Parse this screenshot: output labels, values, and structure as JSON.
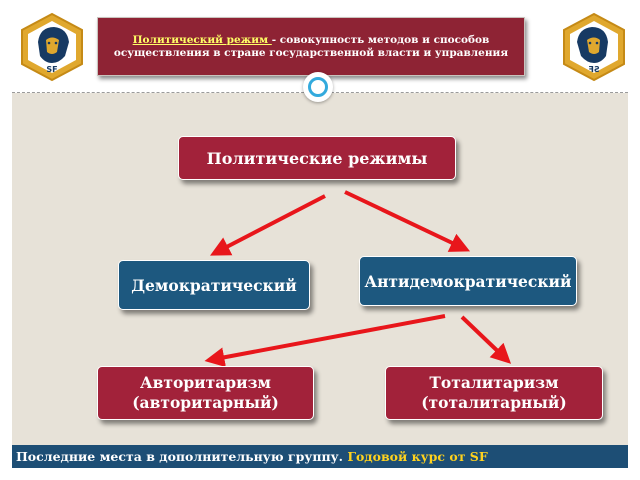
{
  "header": {
    "definition_term": "Политический режим ",
    "definition_text": "- совокупность методов и способов осуществления в стране государственной власти и управления",
    "logo_text": "SF",
    "logo_text_mirrored": "SF"
  },
  "diagram": {
    "root": "Политические режимы",
    "left_branch": "Демократический",
    "right_branch": "Антидемократический",
    "leaf_left": "Авторитаризм (авторитарный)",
    "leaf_right": "Тоталитаризм (тоталитарный)"
  },
  "footer": {
    "text": "Последние места в дополнительную группу. ",
    "highlight": "Годовой курс от SF"
  },
  "colors": {
    "accent_red": "#a2223a",
    "node_blue": "#1d587f",
    "arrow_red": "#e8161b",
    "footer_blue": "#1d4e75",
    "highlight_yellow": "#ffd21e"
  }
}
